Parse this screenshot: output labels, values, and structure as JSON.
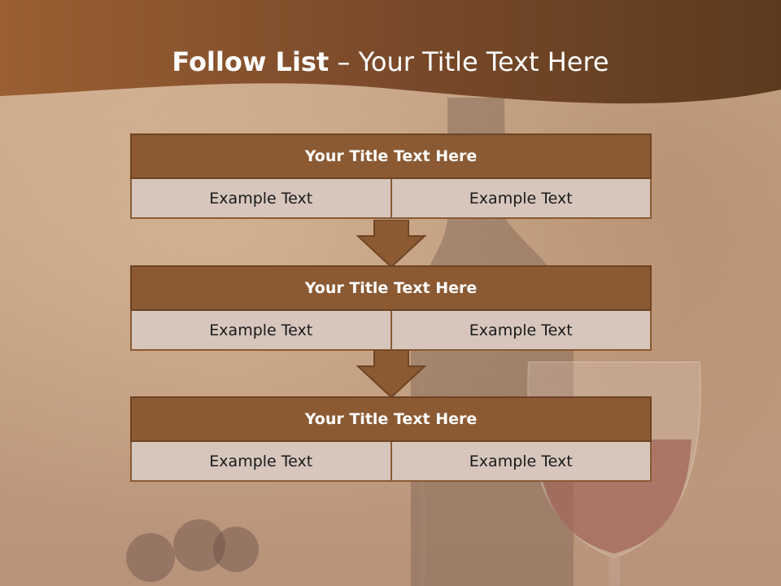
{
  "slide": {
    "title_bold": "Follow List",
    "title_rest": "– Your Title Text Here"
  },
  "steps": [
    {
      "title": "Your Title Text Here",
      "cells": [
        "Example Text",
        "Example Text"
      ]
    },
    {
      "title": "Your Title Text Here",
      "cells": [
        "Example Text",
        "Example Text"
      ]
    },
    {
      "title": "Your Title Text Here",
      "cells": [
        "Example Text",
        "Example Text"
      ]
    }
  ],
  "colors": {
    "header_brown": "#8b5a33",
    "header_dark": "#5c3a1e",
    "cell_fill": "#d6c6bc",
    "title_text": "#ffffff"
  },
  "icons": [
    "down-arrow-icon"
  ]
}
